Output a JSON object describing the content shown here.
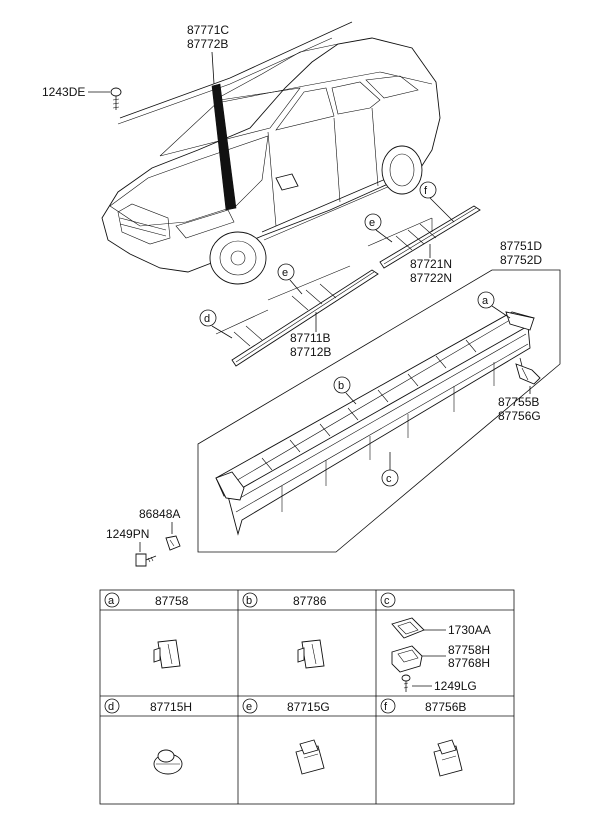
{
  "callouts": {
    "roof_molding": [
      "87771C",
      "87772B"
    ],
    "screw_top": "1243DE",
    "rear_door_molding": [
      "87721N",
      "87722N"
    ],
    "front_door_molding": [
      "87711B",
      "87712B"
    ],
    "side_sill": [
      "87751D",
      "87752D"
    ],
    "bracket": [
      "87755B",
      "87756G"
    ],
    "clip_front": "86848A",
    "screw_front": "1249PN"
  },
  "markers": {
    "a": "a",
    "b": "b",
    "c": "c",
    "d": "d",
    "e": "e",
    "f": "f"
  },
  "legend": {
    "a": {
      "letter": "a",
      "part": "87758"
    },
    "b": {
      "letter": "b",
      "part": "87786"
    },
    "c": {
      "letter": "c",
      "parts": [
        "1730AA",
        "87758H",
        "87768H",
        "1249LG"
      ]
    },
    "d": {
      "letter": "d",
      "part": "87715H"
    },
    "e": {
      "letter": "e",
      "part": "87715G"
    },
    "f": {
      "letter": "f",
      "part": "87756B"
    }
  }
}
